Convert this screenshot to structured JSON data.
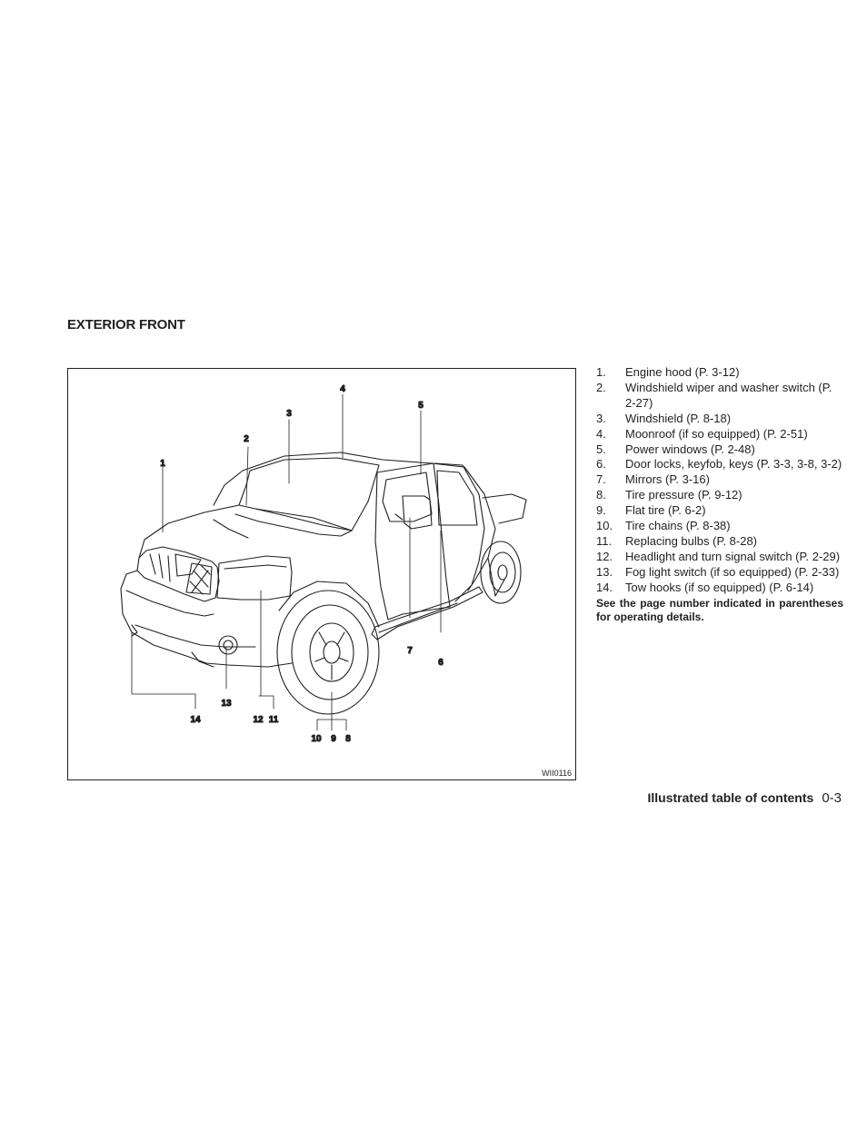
{
  "section": {
    "title": "EXTERIOR FRONT"
  },
  "figure": {
    "code": "WII0116",
    "callout_labels": [
      "1",
      "2",
      "3",
      "4",
      "5",
      "6",
      "7",
      "8",
      "9",
      "10",
      "11",
      "12",
      "13",
      "14"
    ]
  },
  "callouts": [
    {
      "num": "1.",
      "text": "Engine hood (P. 3-12)"
    },
    {
      "num": "2.",
      "text": "Windshield wiper and washer switch (P. 2-27)"
    },
    {
      "num": "3.",
      "text": "Windshield (P. 8-18)"
    },
    {
      "num": "4.",
      "text": "Moonroof (if so equipped) (P. 2-51)"
    },
    {
      "num": "5.",
      "text": "Power windows (P. 2-48)"
    },
    {
      "num": "6.",
      "text": "Door locks, keyfob, keys (P. 3-3, 3-8, 3-2)"
    },
    {
      "num": "7.",
      "text": "Mirrors (P. 3-16)"
    },
    {
      "num": "8.",
      "text": "Tire pressure (P. 9-12)"
    },
    {
      "num": "9.",
      "text": "Flat tire (P. 6-2)"
    },
    {
      "num": "10.",
      "text": "Tire chains (P. 8-38)"
    },
    {
      "num": "11.",
      "text": "Replacing bulbs (P. 8-28)"
    },
    {
      "num": "12.",
      "text": "Headlight and turn signal switch (P. 2-29)"
    },
    {
      "num": "13.",
      "text": "Fog light switch (if so equipped) (P. 2-33)"
    },
    {
      "num": "14.",
      "text": "Tow hooks (if so equipped) (P. 6-14)"
    }
  ],
  "note": "See the page number indicated in parentheses for operating details.",
  "footer": {
    "section": "Illustrated table of contents",
    "page": "0-3"
  }
}
